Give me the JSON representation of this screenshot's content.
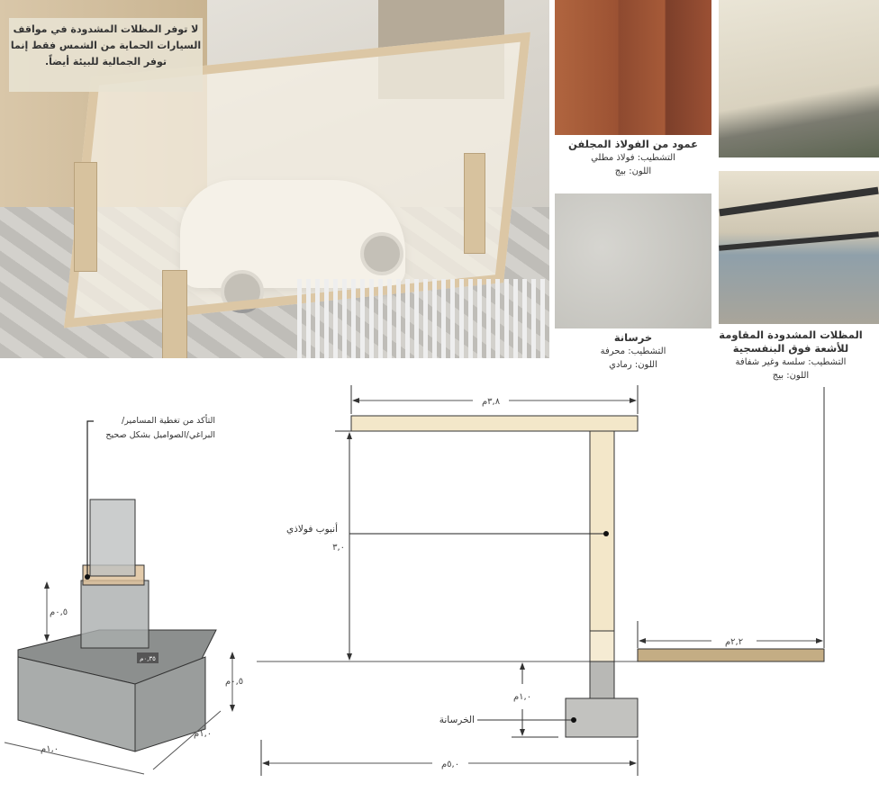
{
  "photo": {
    "callout": "لا توفر المظلات المشدودة في مواقف السيارات الحماية من الشمس فقط إنما توفر الجمالية للبيئة أيضاً."
  },
  "materials": [
    {
      "title": "عمود من الفولاذ المجلفن",
      "finish": "التشطيب: فولاذ مطلي",
      "color": "اللون: بيج",
      "swatch": "#a4593a"
    },
    {
      "title": "خرسانة",
      "finish": "التشطيب: محرفة",
      "color": "اللون: رمادي",
      "swatch": "#c9c8c3"
    },
    {
      "title": "المظلات المشدودة المقاومة للأشعة فوق البنفسجية",
      "finish": "التشطيب: سلسة وغير شفافة",
      "color": "اللون: بيج",
      "swatch": "#e6dfcc"
    }
  ],
  "footing_detail": {
    "note": "التأكد من تغطية المسامير/ البراغي/الصواميل بشكل صحيح",
    "dim_pier_height": "٠,٥م",
    "dim_opening": "٠,٣٥م",
    "dim_base_height": "٠,٥م",
    "dim_base_depth": "١,٠م",
    "dim_base_width": "١,٠م"
  },
  "section": {
    "dim_beam": "٣,٨م",
    "dim_height": "٣,٠",
    "dim_side": "٢,٢م",
    "dim_depth": "١,٠م",
    "dim_total": "٥,٠م",
    "label_steel": "أنبوب فولاذي",
    "label_concrete": "الخرسانة"
  }
}
